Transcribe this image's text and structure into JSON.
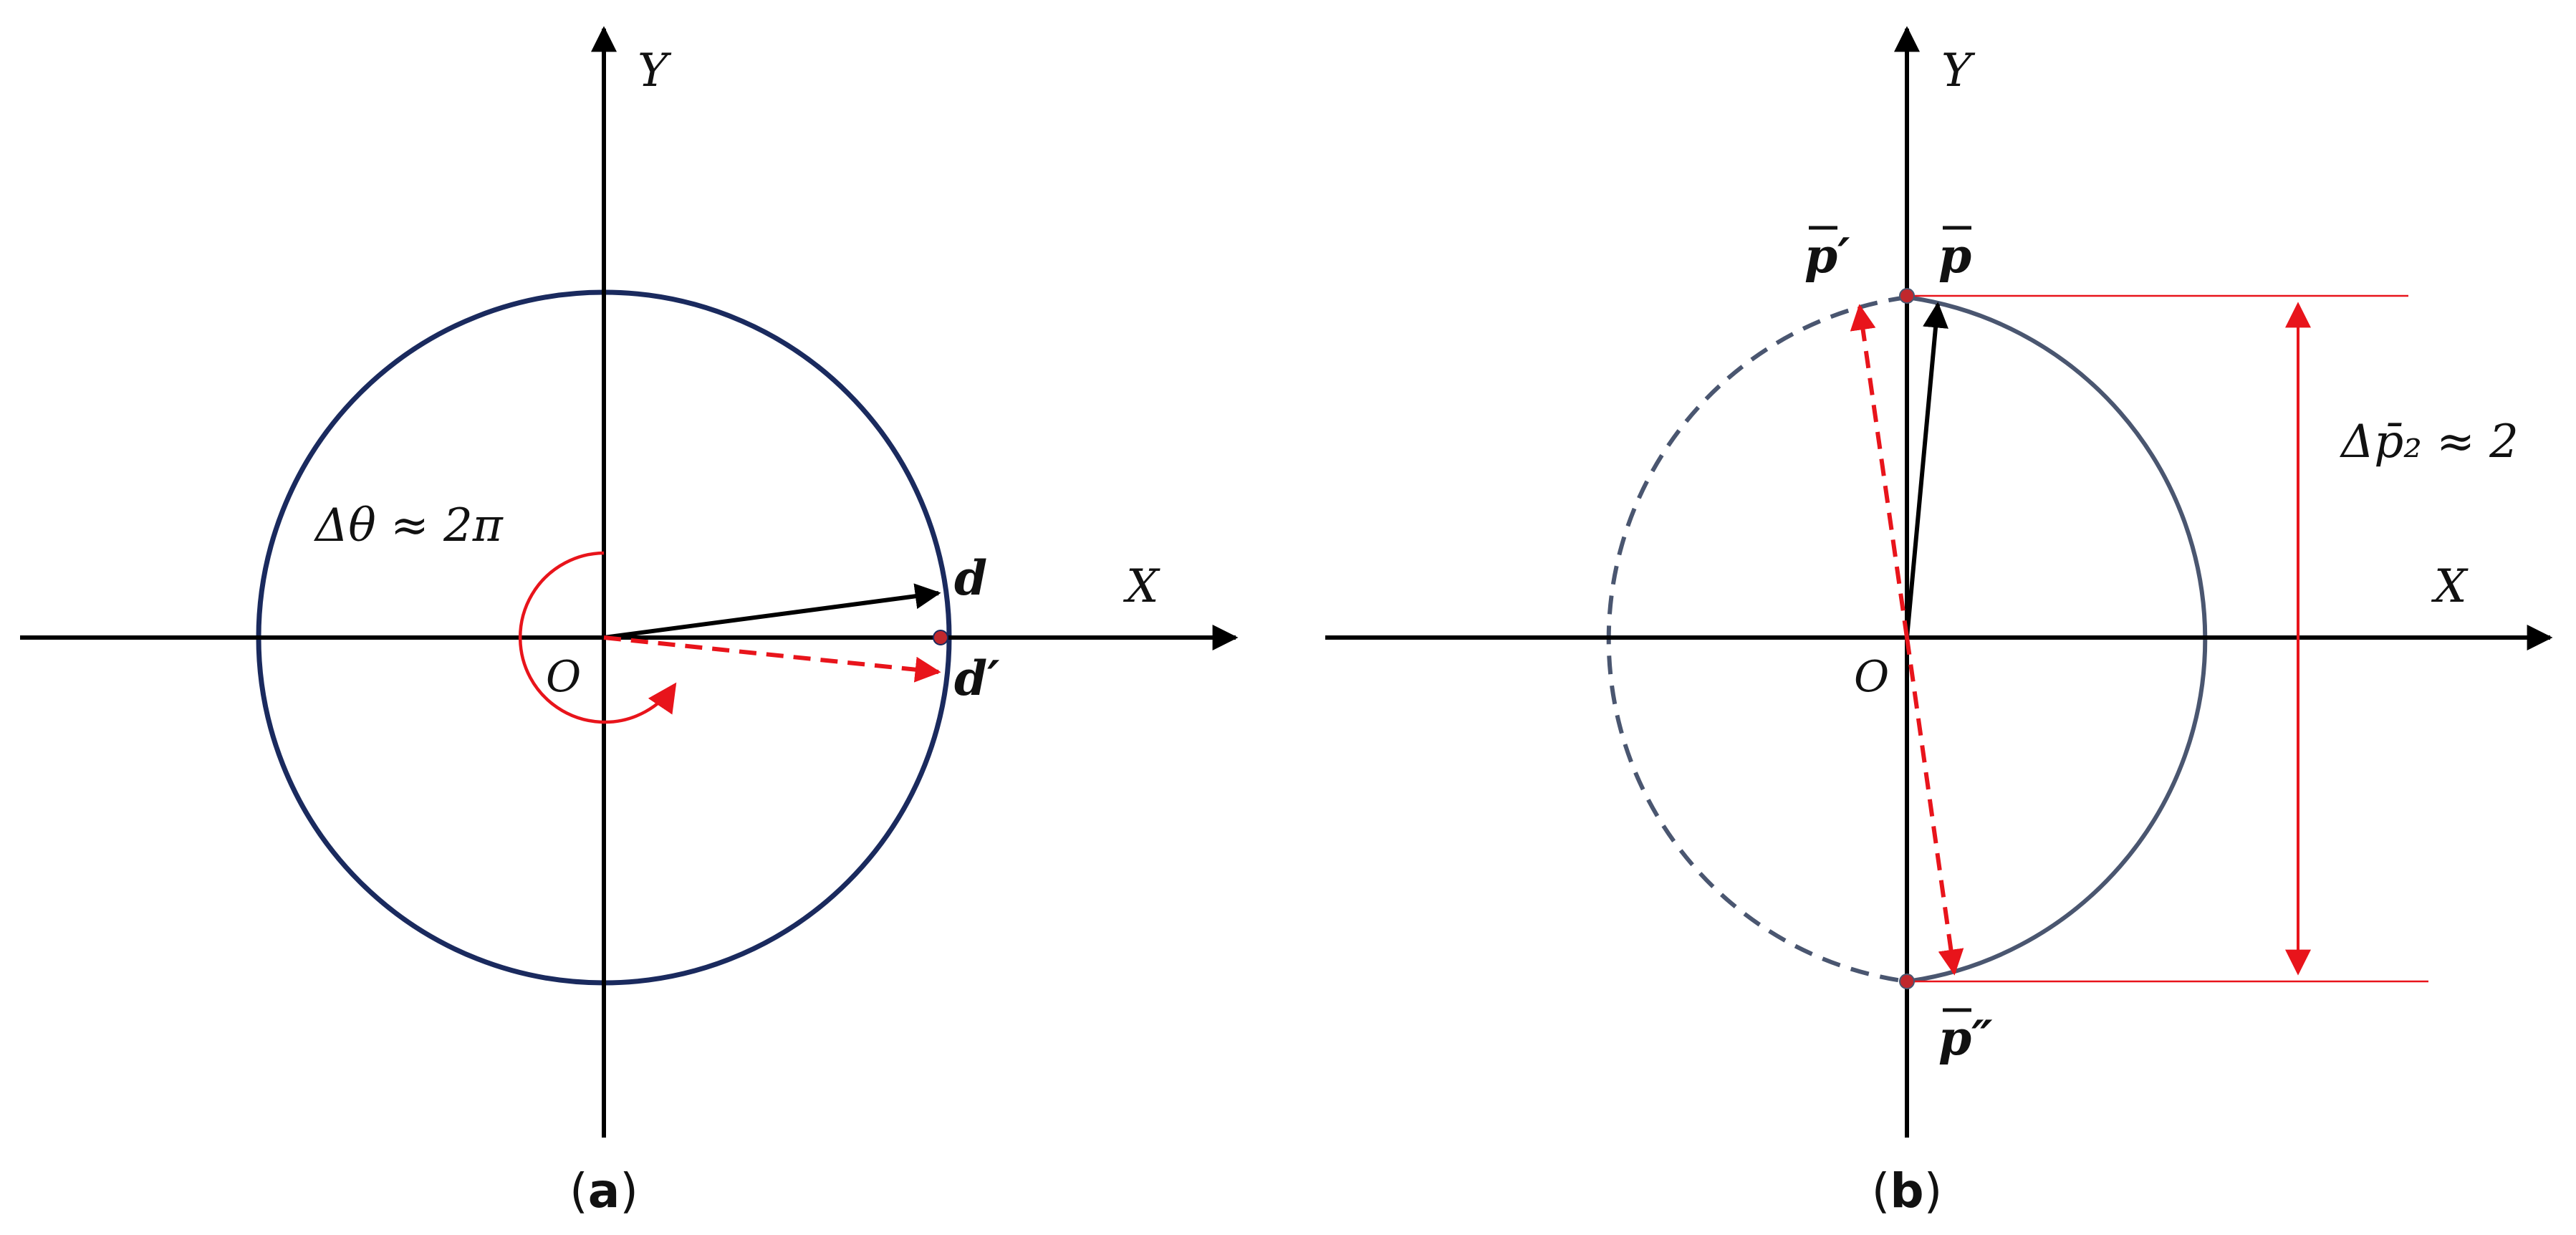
{
  "colors": {
    "axis": "#000000",
    "circle_a": "#1a2a5e",
    "circle_b": "#4a5670",
    "accent_red": "#e8141b",
    "vector": "#000000",
    "point": "#c0282d"
  },
  "panel_a": {
    "caption_open": "(",
    "caption_letter": "a",
    "caption_close": ")",
    "axis_x": "X",
    "axis_y": "Y",
    "origin": "O",
    "angle_label": "Δθ ≈ 2π",
    "vector_d": "d",
    "vector_d_prime": "d′"
  },
  "panel_b": {
    "caption_open": "(",
    "caption_letter": "b",
    "caption_close": ")",
    "axis_x": "X",
    "axis_y": "Y",
    "origin": "O",
    "label_p": "p",
    "label_p_prime": "p′",
    "label_p_double_prime": "p″",
    "overbar": "‾",
    "delta_label": "Δp̄₂ ≈ 2"
  }
}
